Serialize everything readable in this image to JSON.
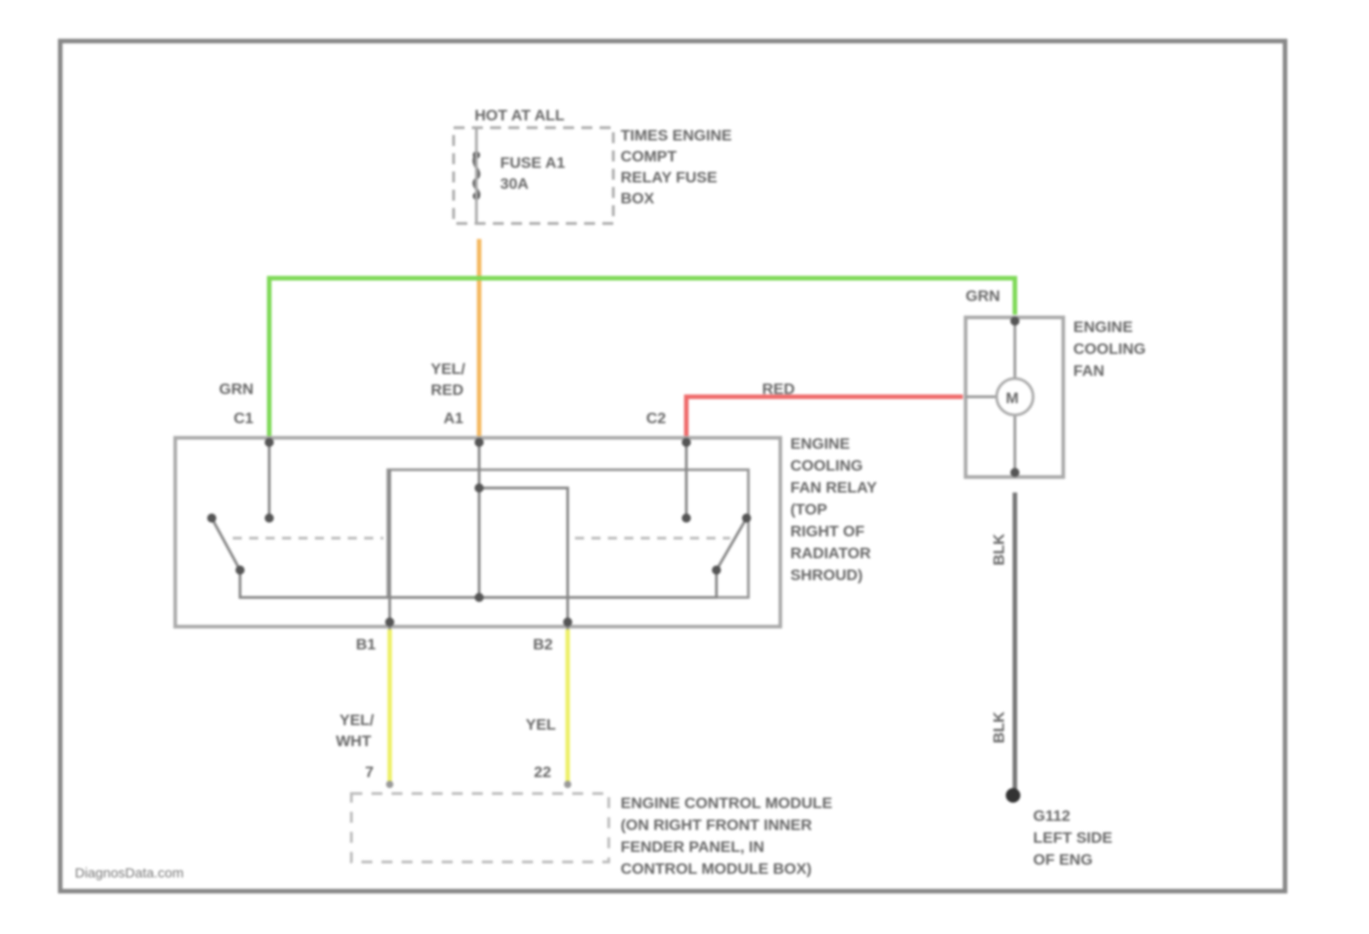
{
  "colors": {
    "grn": "#7ed957",
    "yel_red": "#f5b860",
    "red": "#ef6b6b",
    "yel": "#eef06a",
    "blk": "#777777",
    "frame": "#888888"
  },
  "fuse": {
    "hot_label": "HOT AT ALL",
    "name": "FUSE A1",
    "rating": "30A",
    "box_label": [
      "TIMES ENGINE",
      "COMPT",
      "RELAY FUSE",
      "BOX"
    ]
  },
  "relay": {
    "label": [
      "ENGINE",
      "COOLING",
      "FAN RELAY",
      "(TOP",
      "RIGHT OF",
      "RADIATOR",
      "SHROUD)"
    ],
    "pins": {
      "c1": "C1",
      "a1": "A1",
      "c2": "C2",
      "b1": "B1",
      "b2": "B2"
    }
  },
  "fan": {
    "label": [
      "ENGINE",
      "COOLING",
      "FAN"
    ],
    "motor_symbol": "M"
  },
  "wires": {
    "grn_left": "GRN",
    "grn_right": "GRN",
    "yel_red": [
      "YEL/",
      "RED"
    ],
    "red": "RED",
    "blk_upper": "BLK",
    "blk_lower": "BLK",
    "yel_wht": [
      "YEL/",
      "WHT"
    ],
    "yel": "YEL"
  },
  "ecm": {
    "pins": {
      "p7": "7",
      "p22": "22"
    },
    "label": [
      "ENGINE CONTROL MODULE",
      "(ON RIGHT FRONT INNER",
      "FENDER PANEL, IN",
      "CONTROL MODULE BOX)"
    ]
  },
  "ground": {
    "label": [
      "G112",
      "LEFT SIDE",
      "OF ENG"
    ]
  },
  "watermark": "DiagnosData.com"
}
